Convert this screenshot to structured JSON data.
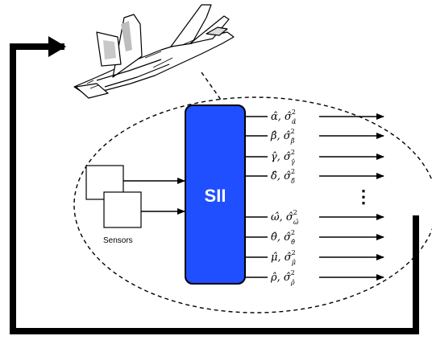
{
  "block": {
    "label": "SII",
    "fill": "#1f4fff",
    "stroke": "#000000",
    "text_color": "#ffffff"
  },
  "sensors": {
    "label": "Sensors"
  },
  "outputs": [
    {
      "param": "α̂",
      "var_sym": "σ̂",
      "sup": "2",
      "sub": "α̂"
    },
    {
      "param": "β̂",
      "var_sym": "σ̂",
      "sup": "2",
      "sub": "β̂"
    },
    {
      "param": "γ̂",
      "var_sym": "σ̂",
      "sup": "2",
      "sub": "γ̂"
    },
    {
      "param": "δ̂",
      "var_sym": "σ̂",
      "sup": "2",
      "sub": "δ̂"
    },
    {
      "param": "ω̂",
      "var_sym": "σ̂",
      "sup": "2",
      "sub": "ω̂"
    },
    {
      "param": "θ̂",
      "var_sym": "σ̂",
      "sup": "2",
      "sub": "θ̂"
    },
    {
      "param": "μ̂",
      "var_sym": "σ̂",
      "sup": "2",
      "sub": "μ̂"
    },
    {
      "param": "ρ̂",
      "var_sym": "σ̂",
      "sup": "2",
      "sub": "ρ̂"
    }
  ],
  "ellipsis": "⋮"
}
